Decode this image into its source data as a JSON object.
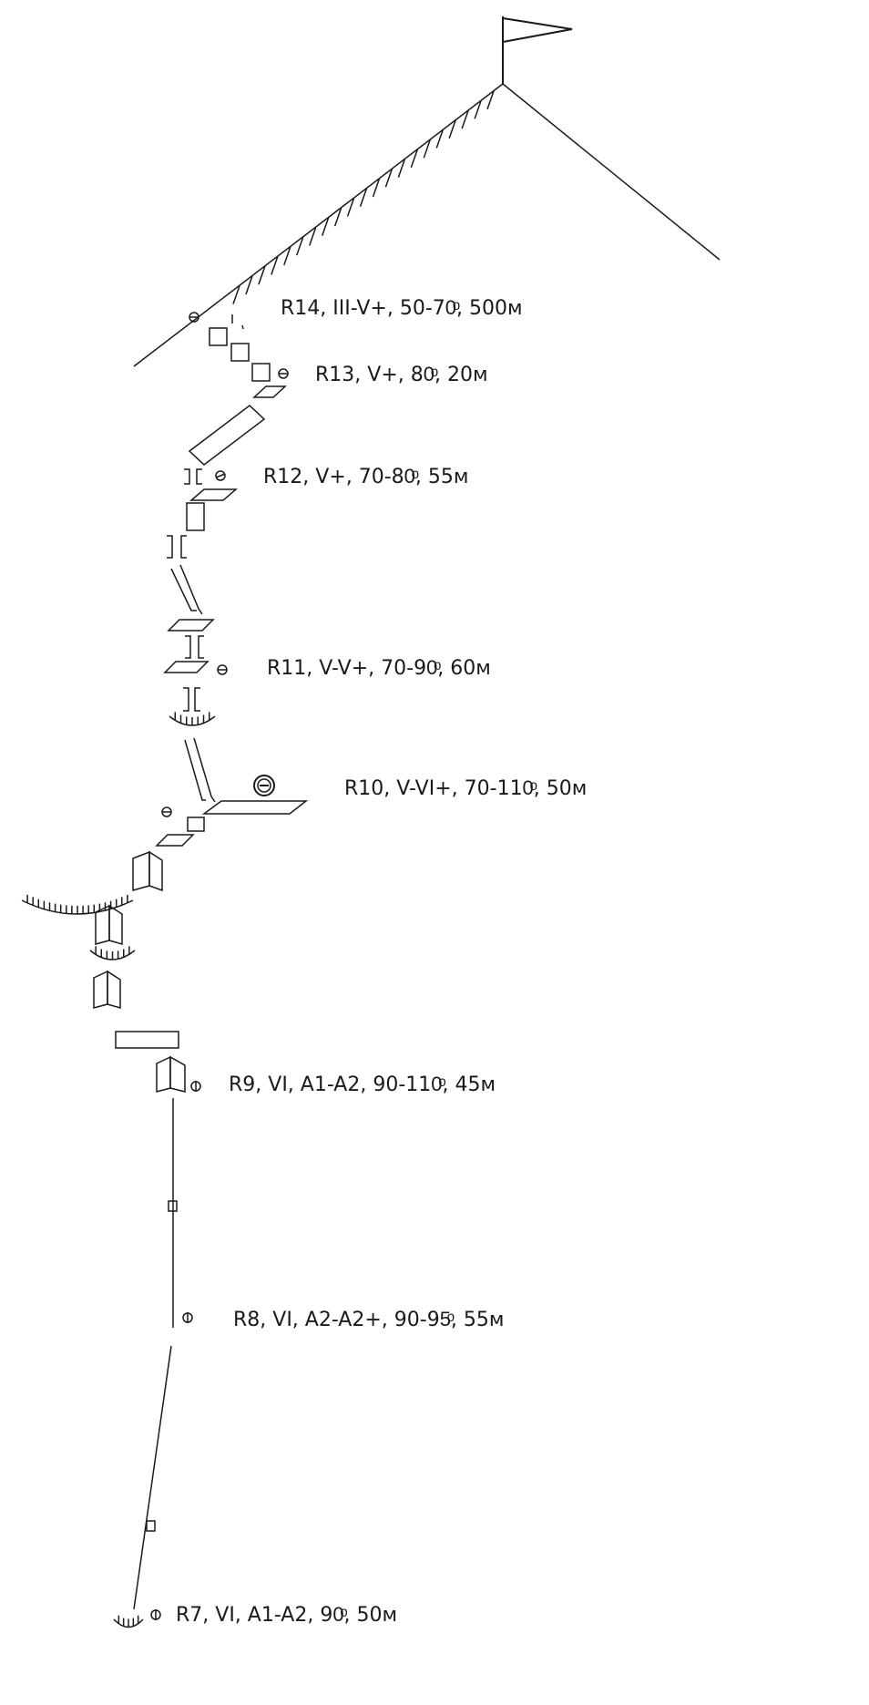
{
  "pitches": [
    {
      "id": "R14",
      "text": "R14, III-V+, 50-70ͦ, 500м"
    },
    {
      "id": "R13",
      "text": "R13, V+, 80ͦ, 20м"
    },
    {
      "id": "R12",
      "text": "R12, V+, 70-80ͦ, 55м"
    },
    {
      "id": "R11",
      "text": "R11, V-V+, 70-90ͦ, 60м"
    },
    {
      "id": "R10",
      "text": "R10, V-VI+, 70-110ͦ, 50м"
    },
    {
      "id": "R9",
      "text": "R9, VI, A1-A2, 90-110ͦ, 45м"
    },
    {
      "id": "R8",
      "text": "R8, VI, A2-A2+, 90-95ͦ, 55м"
    },
    {
      "id": "R7",
      "text": "R7, VI, A1-A2, 90ͦ, 50м"
    }
  ],
  "colors": {
    "ink": "#1a1a1a",
    "background": "#ffffff"
  }
}
